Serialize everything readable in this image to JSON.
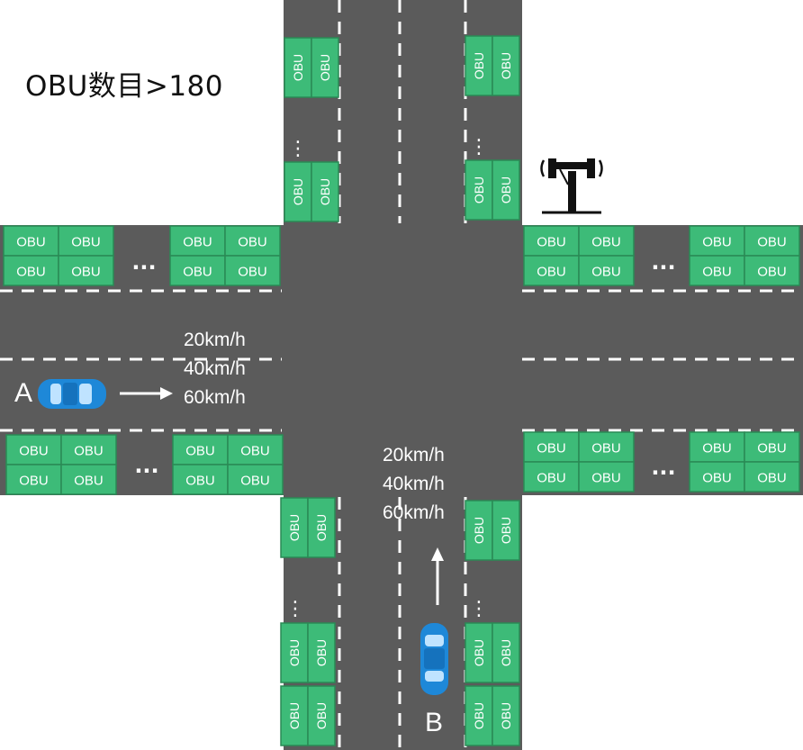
{
  "title": "OBU数目>180",
  "obu_label": "OBU",
  "ellipsis_h": "···",
  "ellipsis_v": "⋮",
  "west_speeds": [
    "20km/h",
    "40km/h",
    "60km/h"
  ],
  "south_speeds": [
    "20km/h",
    "40km/h",
    "60km/h"
  ],
  "car_a_label": "A",
  "car_b_label": "B",
  "colors": {
    "road": "#5b5b5b",
    "obu_fill": "#3dbb78",
    "obu_stroke": "#2a8a55",
    "car": "#1e88d8",
    "lane_marking": "#ffffff"
  },
  "icons": [
    "rsu-antenna-icon",
    "car-icon",
    "arrow-right-icon",
    "arrow-up-icon"
  ]
}
